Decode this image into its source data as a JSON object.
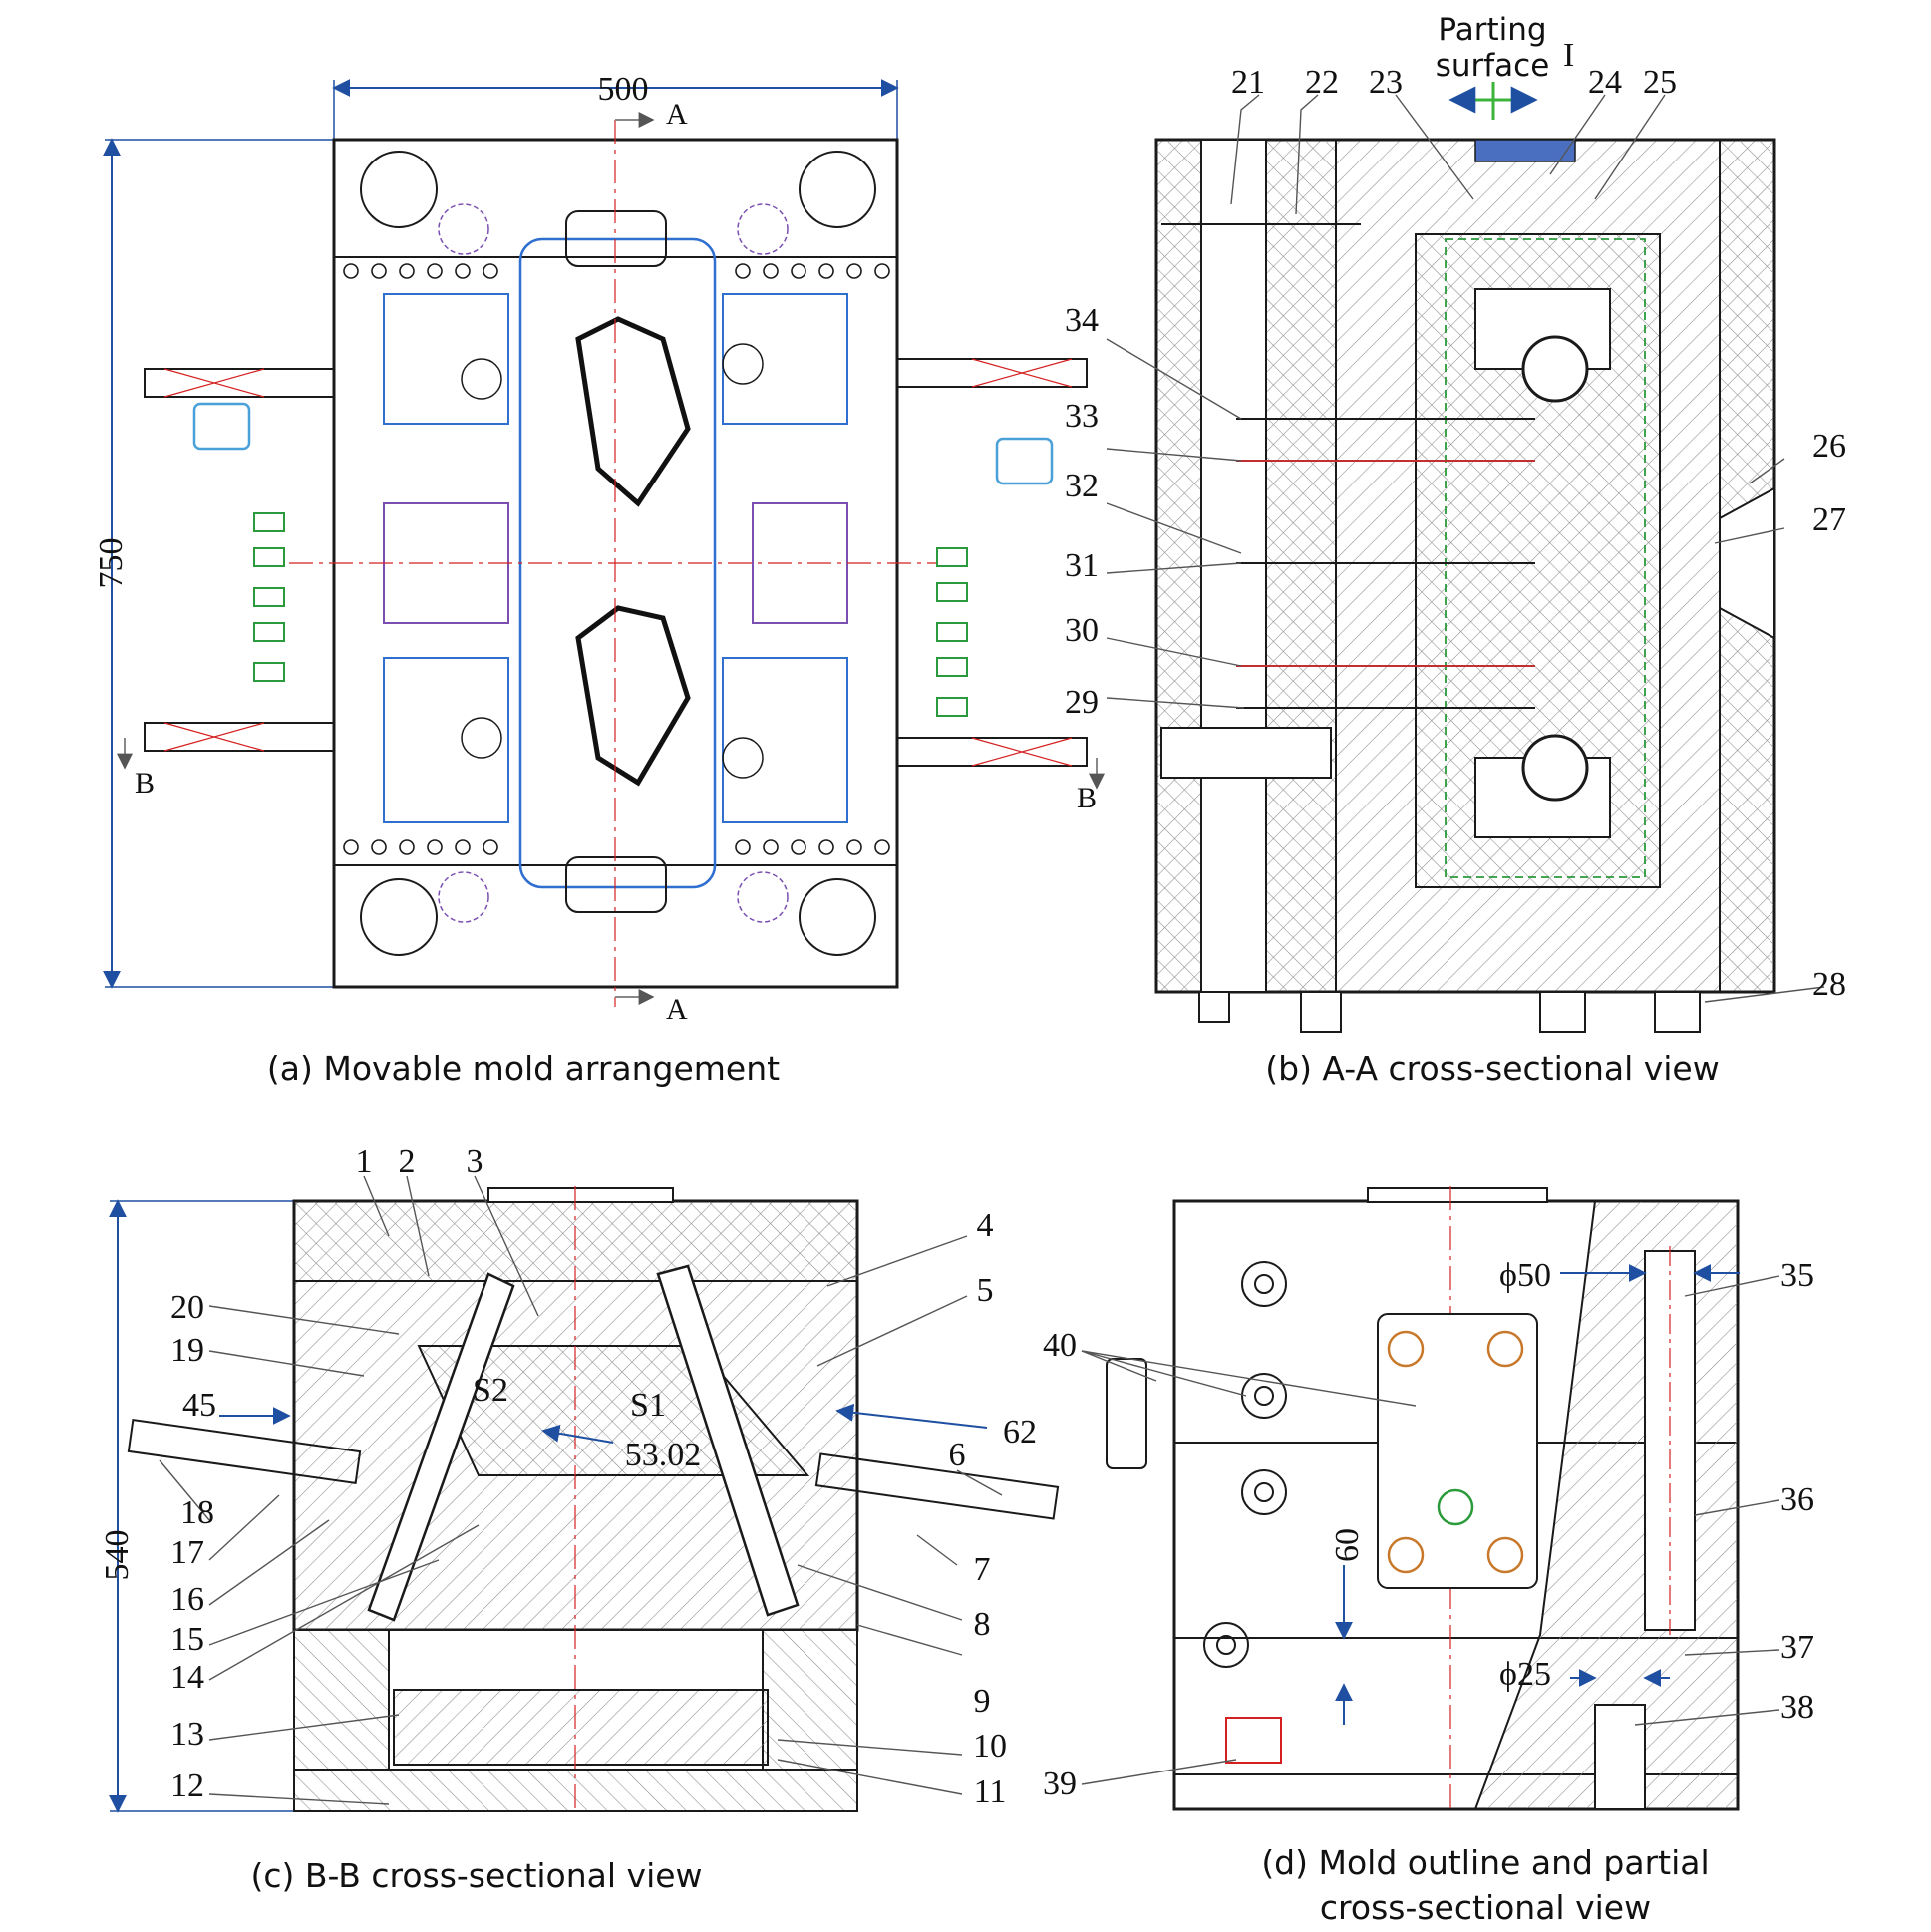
{
  "panels": {
    "a": {
      "caption": "(a) Movable mold arrangement",
      "dim_width": "500",
      "dim_height": "750",
      "section_top": "A",
      "section_bottom": "A",
      "section_left": "B",
      "section_right": "B"
    },
    "b": {
      "caption": "(b) A-A cross-sectional view",
      "parting_line1": "Parting",
      "parting_line2": "surface",
      "detail_mark": "I",
      "labels": [
        "21",
        "22",
        "23",
        "24",
        "25",
        "26",
        "27",
        "28",
        "29",
        "30",
        "31",
        "32",
        "33",
        "34"
      ]
    },
    "c": {
      "caption": "(c) B-B cross-sectional view",
      "dim_height": "540",
      "dim_45": "45",
      "dim_62": "62",
      "dim_angle": "53.02",
      "s1": "S1",
      "s2": "S2",
      "labels": [
        "1",
        "2",
        "3",
        "4",
        "5",
        "6",
        "7",
        "8",
        "9",
        "10",
        "11",
        "12",
        "13",
        "14",
        "15",
        "16",
        "17",
        "18",
        "19",
        "20"
      ]
    },
    "d": {
      "caption_line1": "(d) Mold outline and partial",
      "caption_line2": "cross-sectional view",
      "dim_phi50": "ϕ50",
      "dim_phi25": "ϕ25",
      "dim_60": "60",
      "labels": [
        "35",
        "36",
        "37",
        "38",
        "39",
        "40"
      ]
    }
  },
  "colors": {
    "outline": "#1a1a1a",
    "dimension": "#1f4fa0",
    "centerline": "#d42020",
    "cooling": "#2a9a3a",
    "component_blue": "#2f6fd0",
    "parting_arrow": "#3cb43c"
  }
}
